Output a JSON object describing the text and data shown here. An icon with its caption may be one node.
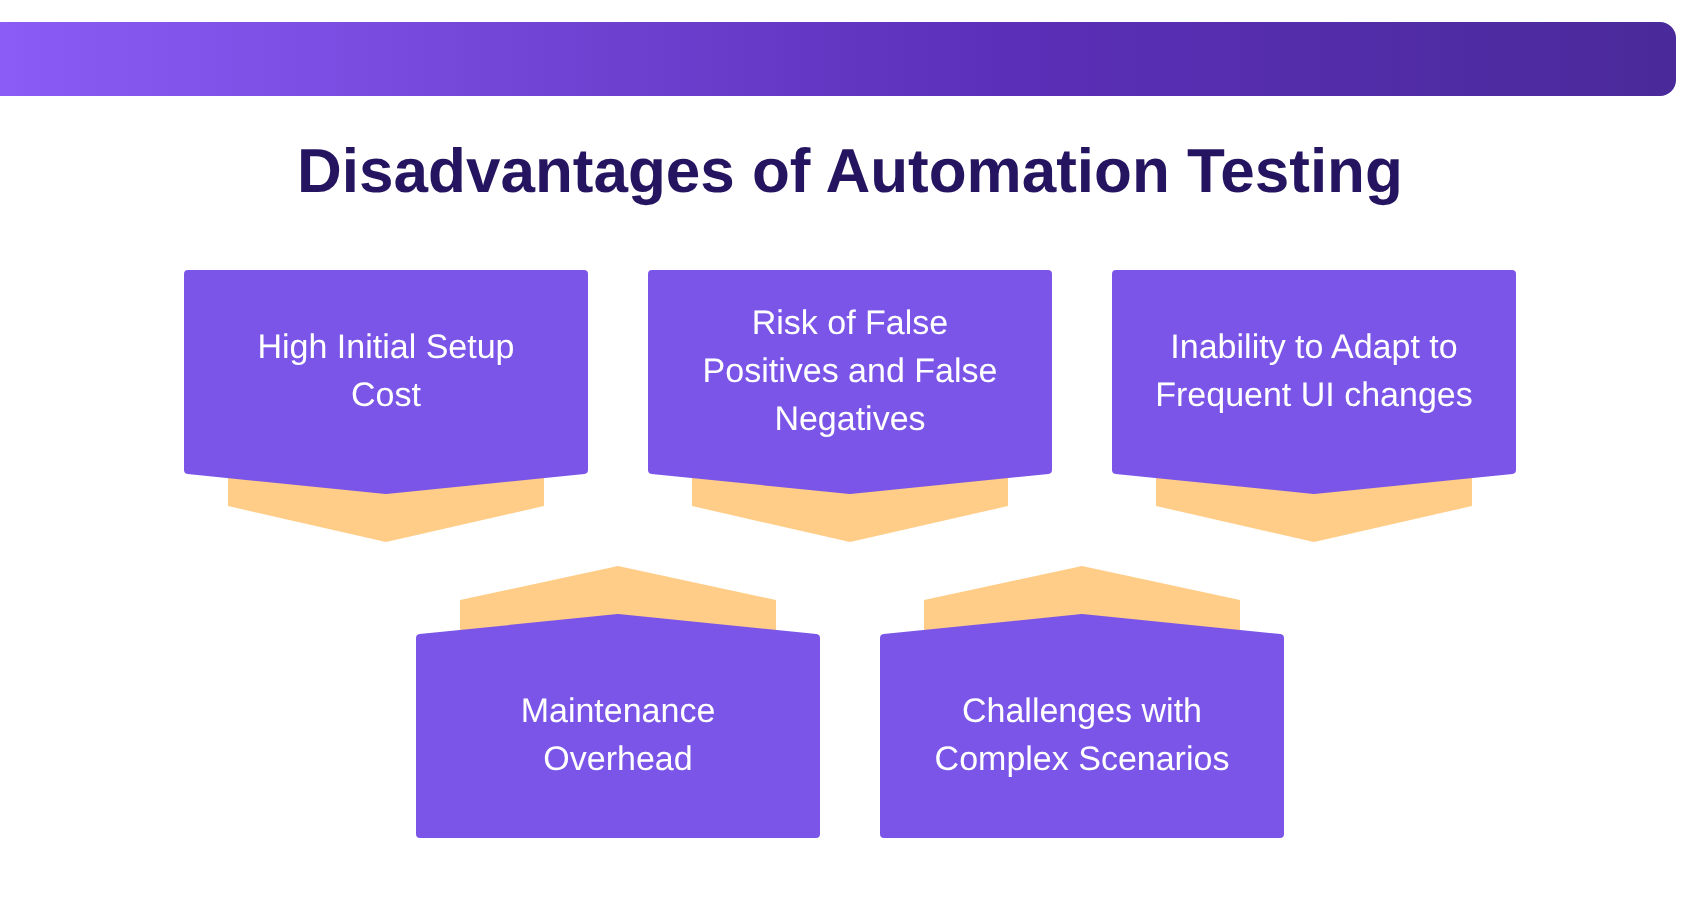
{
  "diagram": {
    "title": "Disadvantages of Automation Testing",
    "nodes": [
      {
        "text": [
          "High Initial Setup Cost"
        ]
      },
      {
        "text": [
          "Risk of False Positives and False Negatives"
        ]
      },
      {
        "text": [
          "Inability to Adapt to Frequent UI changes"
        ]
      },
      {
        "text": [
          "Maintenance Overhead"
        ]
      },
      {
        "text": [
          "Challenges with Complex Scenarios"
        ]
      }
    ]
  }
}
